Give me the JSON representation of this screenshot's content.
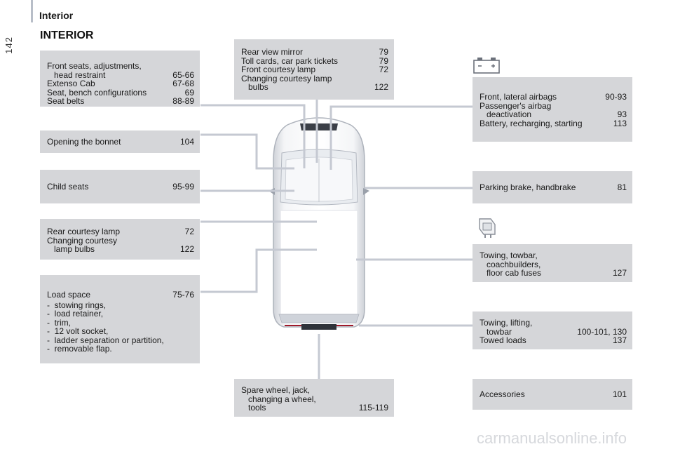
{
  "page_number": "142",
  "section_header": "Interior",
  "page_title": "INTERIOR",
  "footer_watermark": "carmanualsonline.info",
  "boxes": {
    "front_seats": {
      "rows": [
        {
          "label": "Front seats, adjustments,",
          "page": ""
        },
        {
          "label": "head restraint",
          "page": "65-66",
          "indent": true
        },
        {
          "label": "Extenso Cab",
          "page": "67-68"
        },
        {
          "label": "Seat, bench configurations",
          "page": "69"
        },
        {
          "label": "Seat belts",
          "page": "88-89"
        }
      ]
    },
    "bonnet": {
      "rows": [
        {
          "label": "Opening the bonnet",
          "page": "104"
        }
      ]
    },
    "child_seats": {
      "rows": [
        {
          "label": "Child seats",
          "page": "95-99"
        }
      ]
    },
    "rear_courtesy": {
      "rows": [
        {
          "label": "Rear courtesy lamp",
          "page": "72"
        },
        {
          "label": "Changing courtesy",
          "page": ""
        },
        {
          "label": "lamp bulbs",
          "page": "122",
          "indent": true
        }
      ]
    },
    "load_space": {
      "rows": [
        {
          "label": "Load space",
          "page": "75-76"
        }
      ],
      "bullets": [
        "-  stowing rings,",
        "-  load retainer,",
        "-  trim,",
        "-  12 volt socket,",
        "-  ladder separation or partition,",
        "-  removable flap."
      ]
    },
    "mirror": {
      "rows": [
        {
          "label": "Rear view mirror",
          "page": "79"
        },
        {
          "label": "Toll cards, car park tickets",
          "page": "79"
        },
        {
          "label": "Front courtesy lamp",
          "page": "72"
        },
        {
          "label": "Changing courtesy lamp",
          "page": ""
        },
        {
          "label": "bulbs",
          "page": "122",
          "indent": true
        }
      ]
    },
    "airbags": {
      "rows": [
        {
          "label": "Front, lateral airbags",
          "page": "90-93"
        },
        {
          "label": "Passenger's airbag",
          "page": ""
        },
        {
          "label": "deactivation",
          "page": "93",
          "indent": true
        },
        {
          "label": "Battery, recharging, starting",
          "page": "113"
        }
      ]
    },
    "parking_brake": {
      "rows": [
        {
          "label": "Parking brake, handbrake",
          "page": "81"
        }
      ]
    },
    "towing_fuses": {
      "rows": [
        {
          "label": "Towing, towbar,",
          "page": ""
        },
        {
          "label": "coachbuilders,",
          "page": "",
          "indent": true
        },
        {
          "label": "floor cab fuses",
          "page": "127",
          "indent": true
        }
      ]
    },
    "towing_lifting": {
      "rows": [
        {
          "label": "Towing, lifting,",
          "page": ""
        },
        {
          "label": "towbar",
          "page": "100-101, 130",
          "indent": true
        },
        {
          "label": "Towed loads",
          "page": "137"
        }
      ]
    },
    "spare_wheel": {
      "rows": [
        {
          "label": "Spare wheel, jack,",
          "page": ""
        },
        {
          "label": "changing a wheel,",
          "page": "",
          "indent": true
        },
        {
          "label": "tools",
          "page": "115-119",
          "indent": true
        }
      ]
    },
    "accessories": {
      "rows": [
        {
          "label": "Accessories",
          "page": "101"
        }
      ]
    }
  },
  "icons": {
    "battery": "battery-icon",
    "fuse": "fuse-icon"
  },
  "colors": {
    "box_background": "#d5d6d9",
    "leader_line": "#c5c9d2"
  }
}
